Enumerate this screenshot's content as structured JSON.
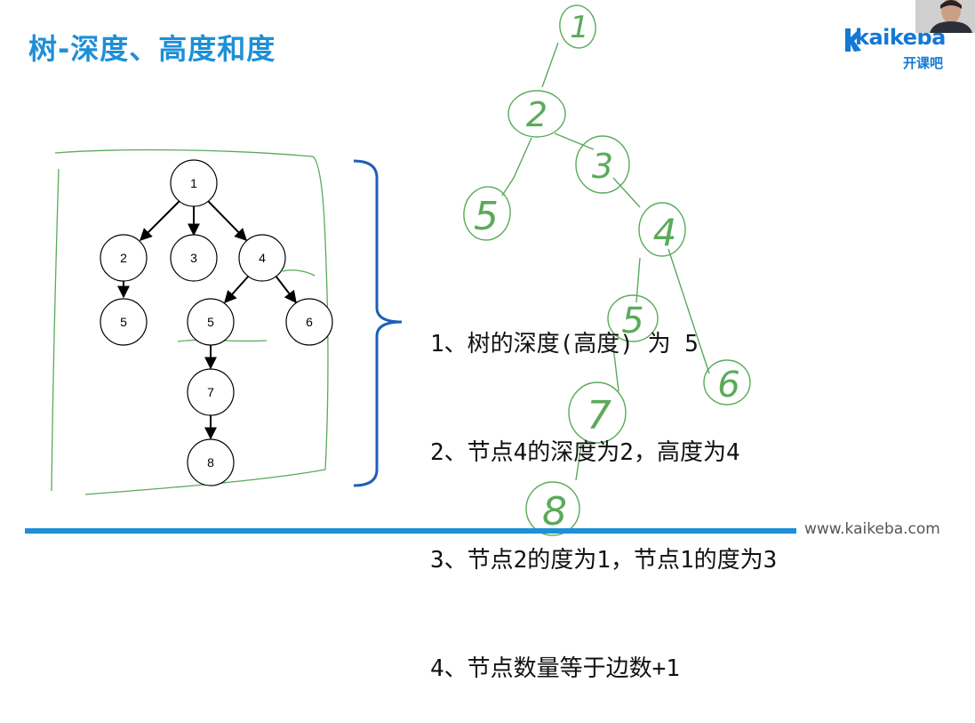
{
  "slide": {
    "title": "树-深度、高度和度",
    "rules": [
      "1、树的深度(高度) 为 5",
      "2、节点4的深度为2，高度为4",
      "3、节点2的度为1，节点1的度为3",
      "4、节点数量等于边数+1"
    ]
  },
  "logo": {
    "word": "kaikeba",
    "sub": "开课吧"
  },
  "footer": {
    "url": "www.kaikeba.com"
  },
  "tree": {
    "nodes": [
      "1",
      "2",
      "3",
      "4",
      "5",
      "5",
      "6",
      "7",
      "8"
    ]
  },
  "sketch": {
    "labels": [
      "1",
      "2",
      "3",
      "5",
      "4",
      "5",
      "6",
      "7",
      "8"
    ]
  },
  "colors": {
    "title": "#1f8fd8",
    "brand": "#1478d4",
    "sketch": "#5aaa5a",
    "bracket": "#1f5fb8"
  }
}
